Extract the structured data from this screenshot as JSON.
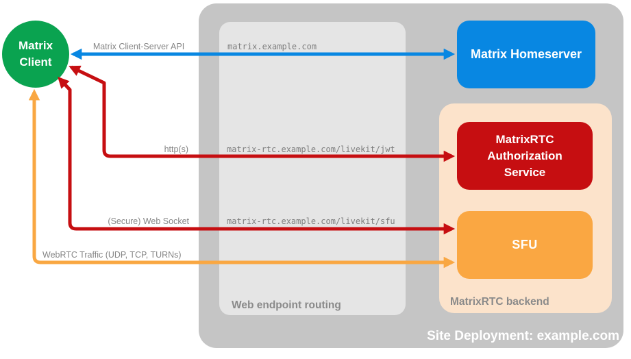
{
  "canvas": {
    "background": "#ffffff"
  },
  "client": {
    "label": "Matrix Client",
    "color": "#0aa350"
  },
  "arrows": {
    "client_server_api": {
      "label": "Matrix Client-Server API",
      "color": "#0887e2",
      "bidirectional": true
    },
    "https": {
      "label": "http(s)",
      "color": "#c60e11",
      "bidirectional": true
    },
    "web_socket": {
      "label": "(Secure) Web Socket",
      "color": "#c60e11",
      "bidirectional": true
    },
    "webrtc": {
      "label": "WebRTC Traffic (UDP, TCP, TURNs)",
      "color": "#f9a742",
      "bidirectional": true
    }
  },
  "routing": {
    "label": "Web endpoint routing",
    "panel_color": "#e5e5e5",
    "endpoints": {
      "homeserver": "matrix.example.com",
      "jwt": "matrix-rtc.example.com/livekit/jwt",
      "sfu": "matrix-rtc.example.com/livekit/sfu"
    }
  },
  "homeserver": {
    "label": "Matrix Homeserver",
    "color": "#0887e2"
  },
  "backend": {
    "label": "MatrixRTC backend",
    "color": "#fce3cb",
    "auth_service": {
      "label": "MatrixRTC Authorization Service",
      "color": "#c60e11"
    },
    "sfu": {
      "label": "SFU",
      "color": "#faa742"
    }
  },
  "site": {
    "label": "Site Deployment: example.com",
    "color": "#c5c5c5"
  }
}
